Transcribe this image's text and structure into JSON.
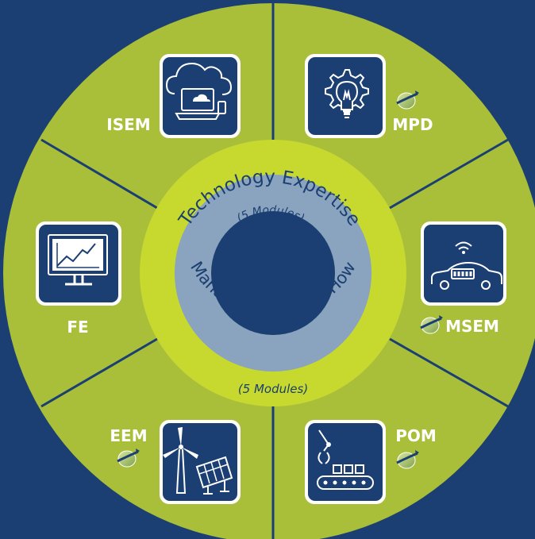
{
  "title": "",
  "inner_ring": {
    "top_text": "Technology Expertise",
    "top_sub": "(5 Modules)",
    "bottom_text": "Management Know-How",
    "bottom_sub": "(5 Modules)"
  },
  "modules": [
    {
      "id": "ISEM",
      "label": "ISEM",
      "icon": "cloud-laptop-icon",
      "globe": false
    },
    {
      "id": "MPD",
      "label": "MPD",
      "icon": "lightbulb-gear-icon",
      "globe": true
    },
    {
      "id": "FE",
      "label": "FE",
      "icon": "monitor-chart-icon",
      "globe": false
    },
    {
      "id": "MSEM",
      "label": "MSEM",
      "icon": "connected-car-icon",
      "globe": true
    },
    {
      "id": "EEM",
      "label": "EEM",
      "icon": "wind-solar-icon",
      "globe": true
    },
    {
      "id": "POM",
      "label": "POM",
      "icon": "robot-conveyor-icon",
      "globe": true
    }
  ],
  "colors": {
    "background": "#1b3f72",
    "outer_ring": "#a9bf3a",
    "inner_green": "#c7d92e",
    "inner_blue": "#8aa3be",
    "center": "#1b3f72",
    "icon_tile": "#1b3f72"
  }
}
